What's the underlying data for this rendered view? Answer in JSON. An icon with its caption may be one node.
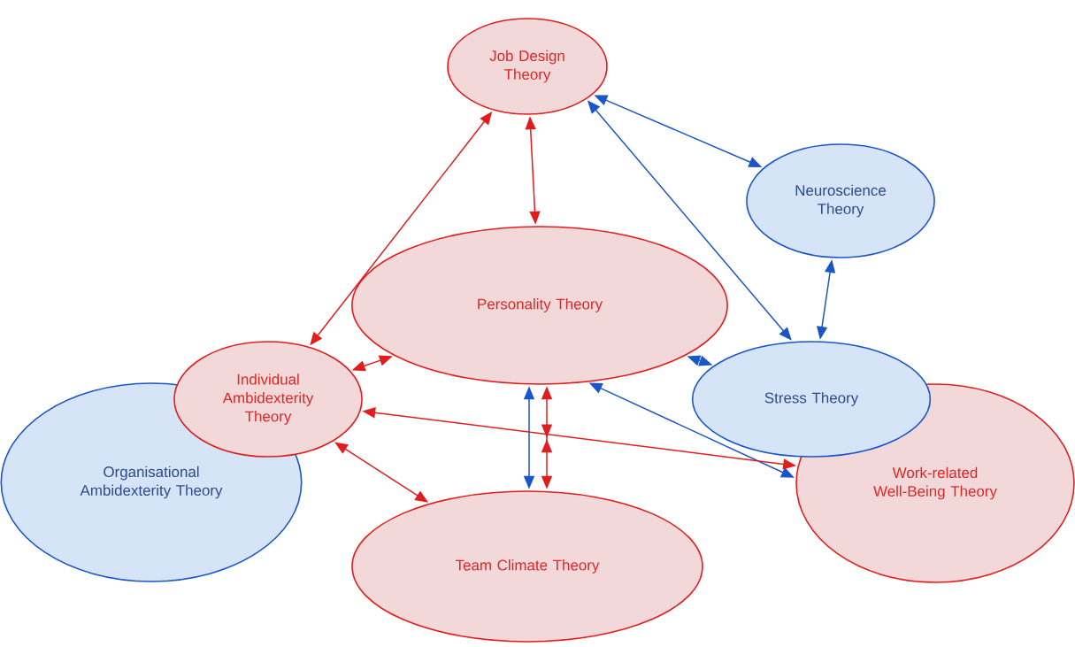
{
  "diagram": {
    "nodes": [
      {
        "text": [
          "Job Design Theory"
        ]
      },
      {
        "text": [
          "Neuroscience Theory"
        ]
      },
      {
        "text": [
          "Personality Theory"
        ]
      },
      {
        "text": [
          "Individual Ambidexterity Theory"
        ]
      },
      {
        "text": [
          "Stress Theory"
        ]
      },
      {
        "text": [
          "Organisational Ambidexterity Theory"
        ]
      },
      {
        "text": [
          "Work-related Well-Being Theory"
        ]
      },
      {
        "text": [
          "Team Climate Theory"
        ]
      }
    ],
    "edges": [
      {
        "from": 0,
        "to": 1,
        "arrow": "both",
        "color": "#1a56c8"
      },
      {
        "from": 0,
        "to": 2,
        "arrow": "both",
        "color": "#e01e1e"
      },
      {
        "from": 0,
        "to": 3,
        "arrow": "both",
        "color": "#e01e1e"
      },
      {
        "from": 0,
        "to": 4,
        "arrow": "both",
        "color": "#1a56c8"
      },
      {
        "from": 1,
        "to": 4,
        "arrow": "both",
        "color": "#1a56c8"
      },
      {
        "from": 2,
        "to": 3,
        "arrow": "both",
        "color": "#e01e1e"
      },
      {
        "from": 2,
        "to": 4,
        "arrow": "both",
        "color": "#1a56c8"
      },
      {
        "from": 2,
        "to": 7,
        "arrow": "both",
        "color": "#1a56c8"
      },
      {
        "from": 2,
        "to": 7,
        "arrow": "both",
        "color": "#e01e1e"
      },
      {
        "from": 2,
        "to": 6,
        "arrow": "both",
        "color": "#1a56c8"
      },
      {
        "from": 3,
        "to": 6,
        "arrow": "both",
        "color": "#e01e1e"
      },
      {
        "from": 3,
        "to": 7,
        "arrow": "both",
        "color": "#e01e1e"
      }
    ]
  }
}
